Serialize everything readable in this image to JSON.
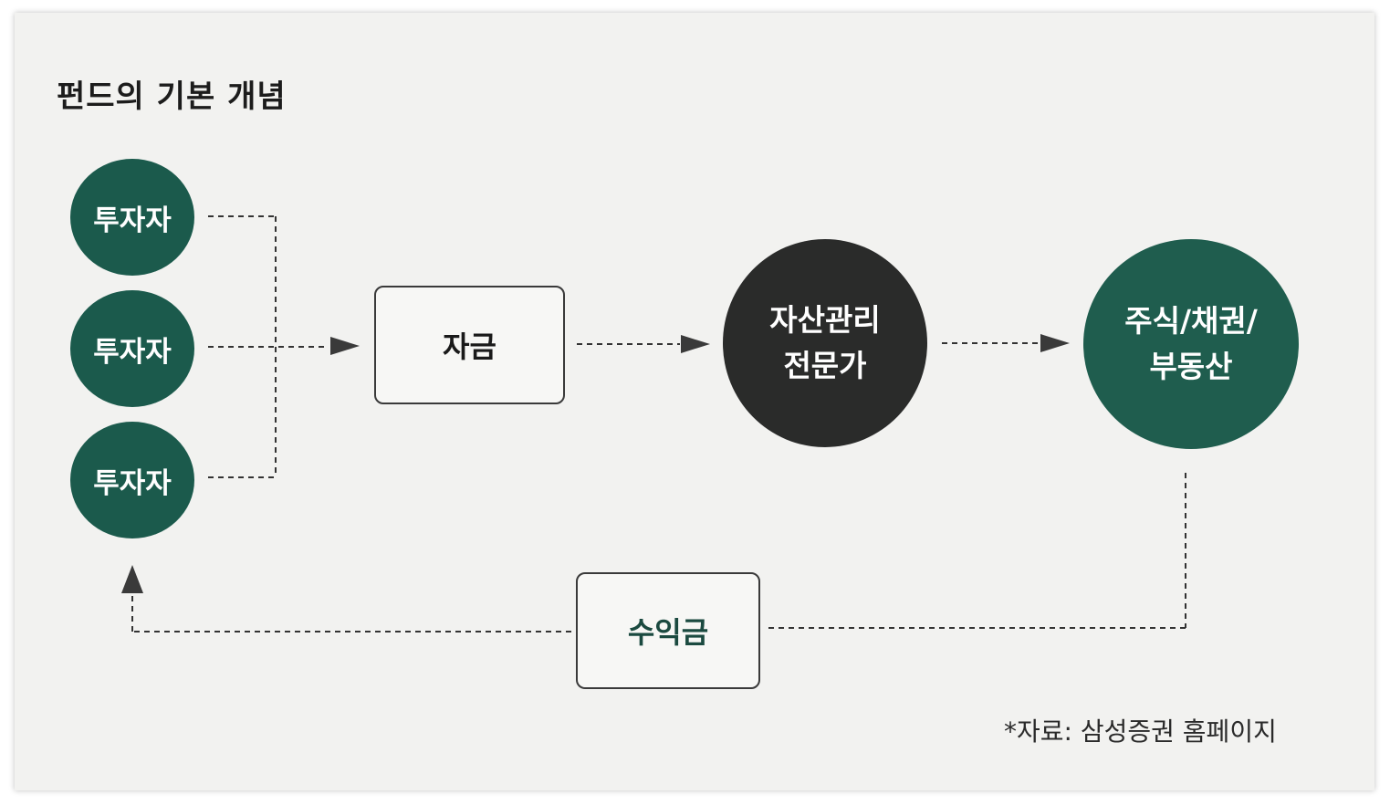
{
  "title": "펀드의 기본 개념",
  "investors": [
    "투자자",
    "투자자",
    "투자자"
  ],
  "fund_label": "자금",
  "manager": {
    "line1": "자산관리",
    "line2": "전문가"
  },
  "assets": {
    "line1": "주식/채권/",
    "line2": "부동산"
  },
  "return_label": "수익금",
  "source": "*자료: 삼성증권 홈페이지",
  "colors": {
    "green": "#1b5a4c",
    "dark": "#2a2b2a",
    "line": "#333333"
  }
}
